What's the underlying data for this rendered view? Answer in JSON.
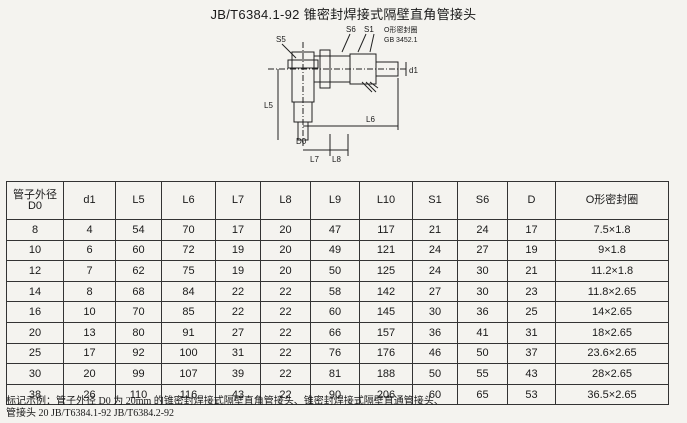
{
  "title": "JB/T6384.1-92  锥密封焊接式隔壁直角管接头",
  "drawing_labels": {
    "s5": "S5",
    "s6": "S6",
    "s1": "S1",
    "oring": "O形密封圈",
    "gb": "GB  3452.1",
    "d1": "d1",
    "l5": "L5",
    "l6": "L6",
    "d0": "D0",
    "l7": "L7",
    "l8": "L8"
  },
  "table": {
    "headers": [
      "管子外径D0",
      "d1",
      "L5",
      "L6",
      "L7",
      "L8",
      "L9",
      "L10",
      "S1",
      "S6",
      "D",
      "O形密封圈"
    ],
    "rows": [
      [
        "8",
        "4",
        "54",
        "70",
        "17",
        "20",
        "47",
        "117",
        "21",
        "24",
        "17",
        "7.5×1.8"
      ],
      [
        "10",
        "6",
        "60",
        "72",
        "19",
        "20",
        "49",
        "121",
        "24",
        "27",
        "19",
        "9×1.8"
      ],
      [
        "12",
        "7",
        "62",
        "75",
        "19",
        "20",
        "50",
        "125",
        "24",
        "30",
        "21",
        "11.2×1.8"
      ],
      [
        "14",
        "8",
        "68",
        "84",
        "22",
        "22",
        "58",
        "142",
        "27",
        "30",
        "23",
        "11.8×2.65"
      ],
      [
        "16",
        "10",
        "70",
        "85",
        "22",
        "22",
        "60",
        "145",
        "30",
        "36",
        "25",
        "14×2.65"
      ],
      [
        "20",
        "13",
        "80",
        "91",
        "27",
        "22",
        "66",
        "157",
        "36",
        "41",
        "31",
        "18×2.65"
      ],
      [
        "25",
        "17",
        "92",
        "100",
        "31",
        "22",
        "76",
        "176",
        "46",
        "50",
        "37",
        "23.6×2.65"
      ],
      [
        "30",
        "20",
        "99",
        "107",
        "39",
        "22",
        "81",
        "188",
        "50",
        "55",
        "43",
        "28×2.65"
      ],
      [
        "38",
        "26",
        "110",
        "116",
        "43",
        "22",
        "90",
        "206",
        "60",
        "65",
        "53",
        "36.5×2.65"
      ]
    ]
  },
  "note": {
    "line1": "标记示例：管子外径 D0 为 20mm 的锥密封焊接式隔壁直角管接头、锥密封焊接式隔壁直通管接头、",
    "line2": "管接头 20 JB/T6384.1-92  JB/T6384.2-92"
  }
}
